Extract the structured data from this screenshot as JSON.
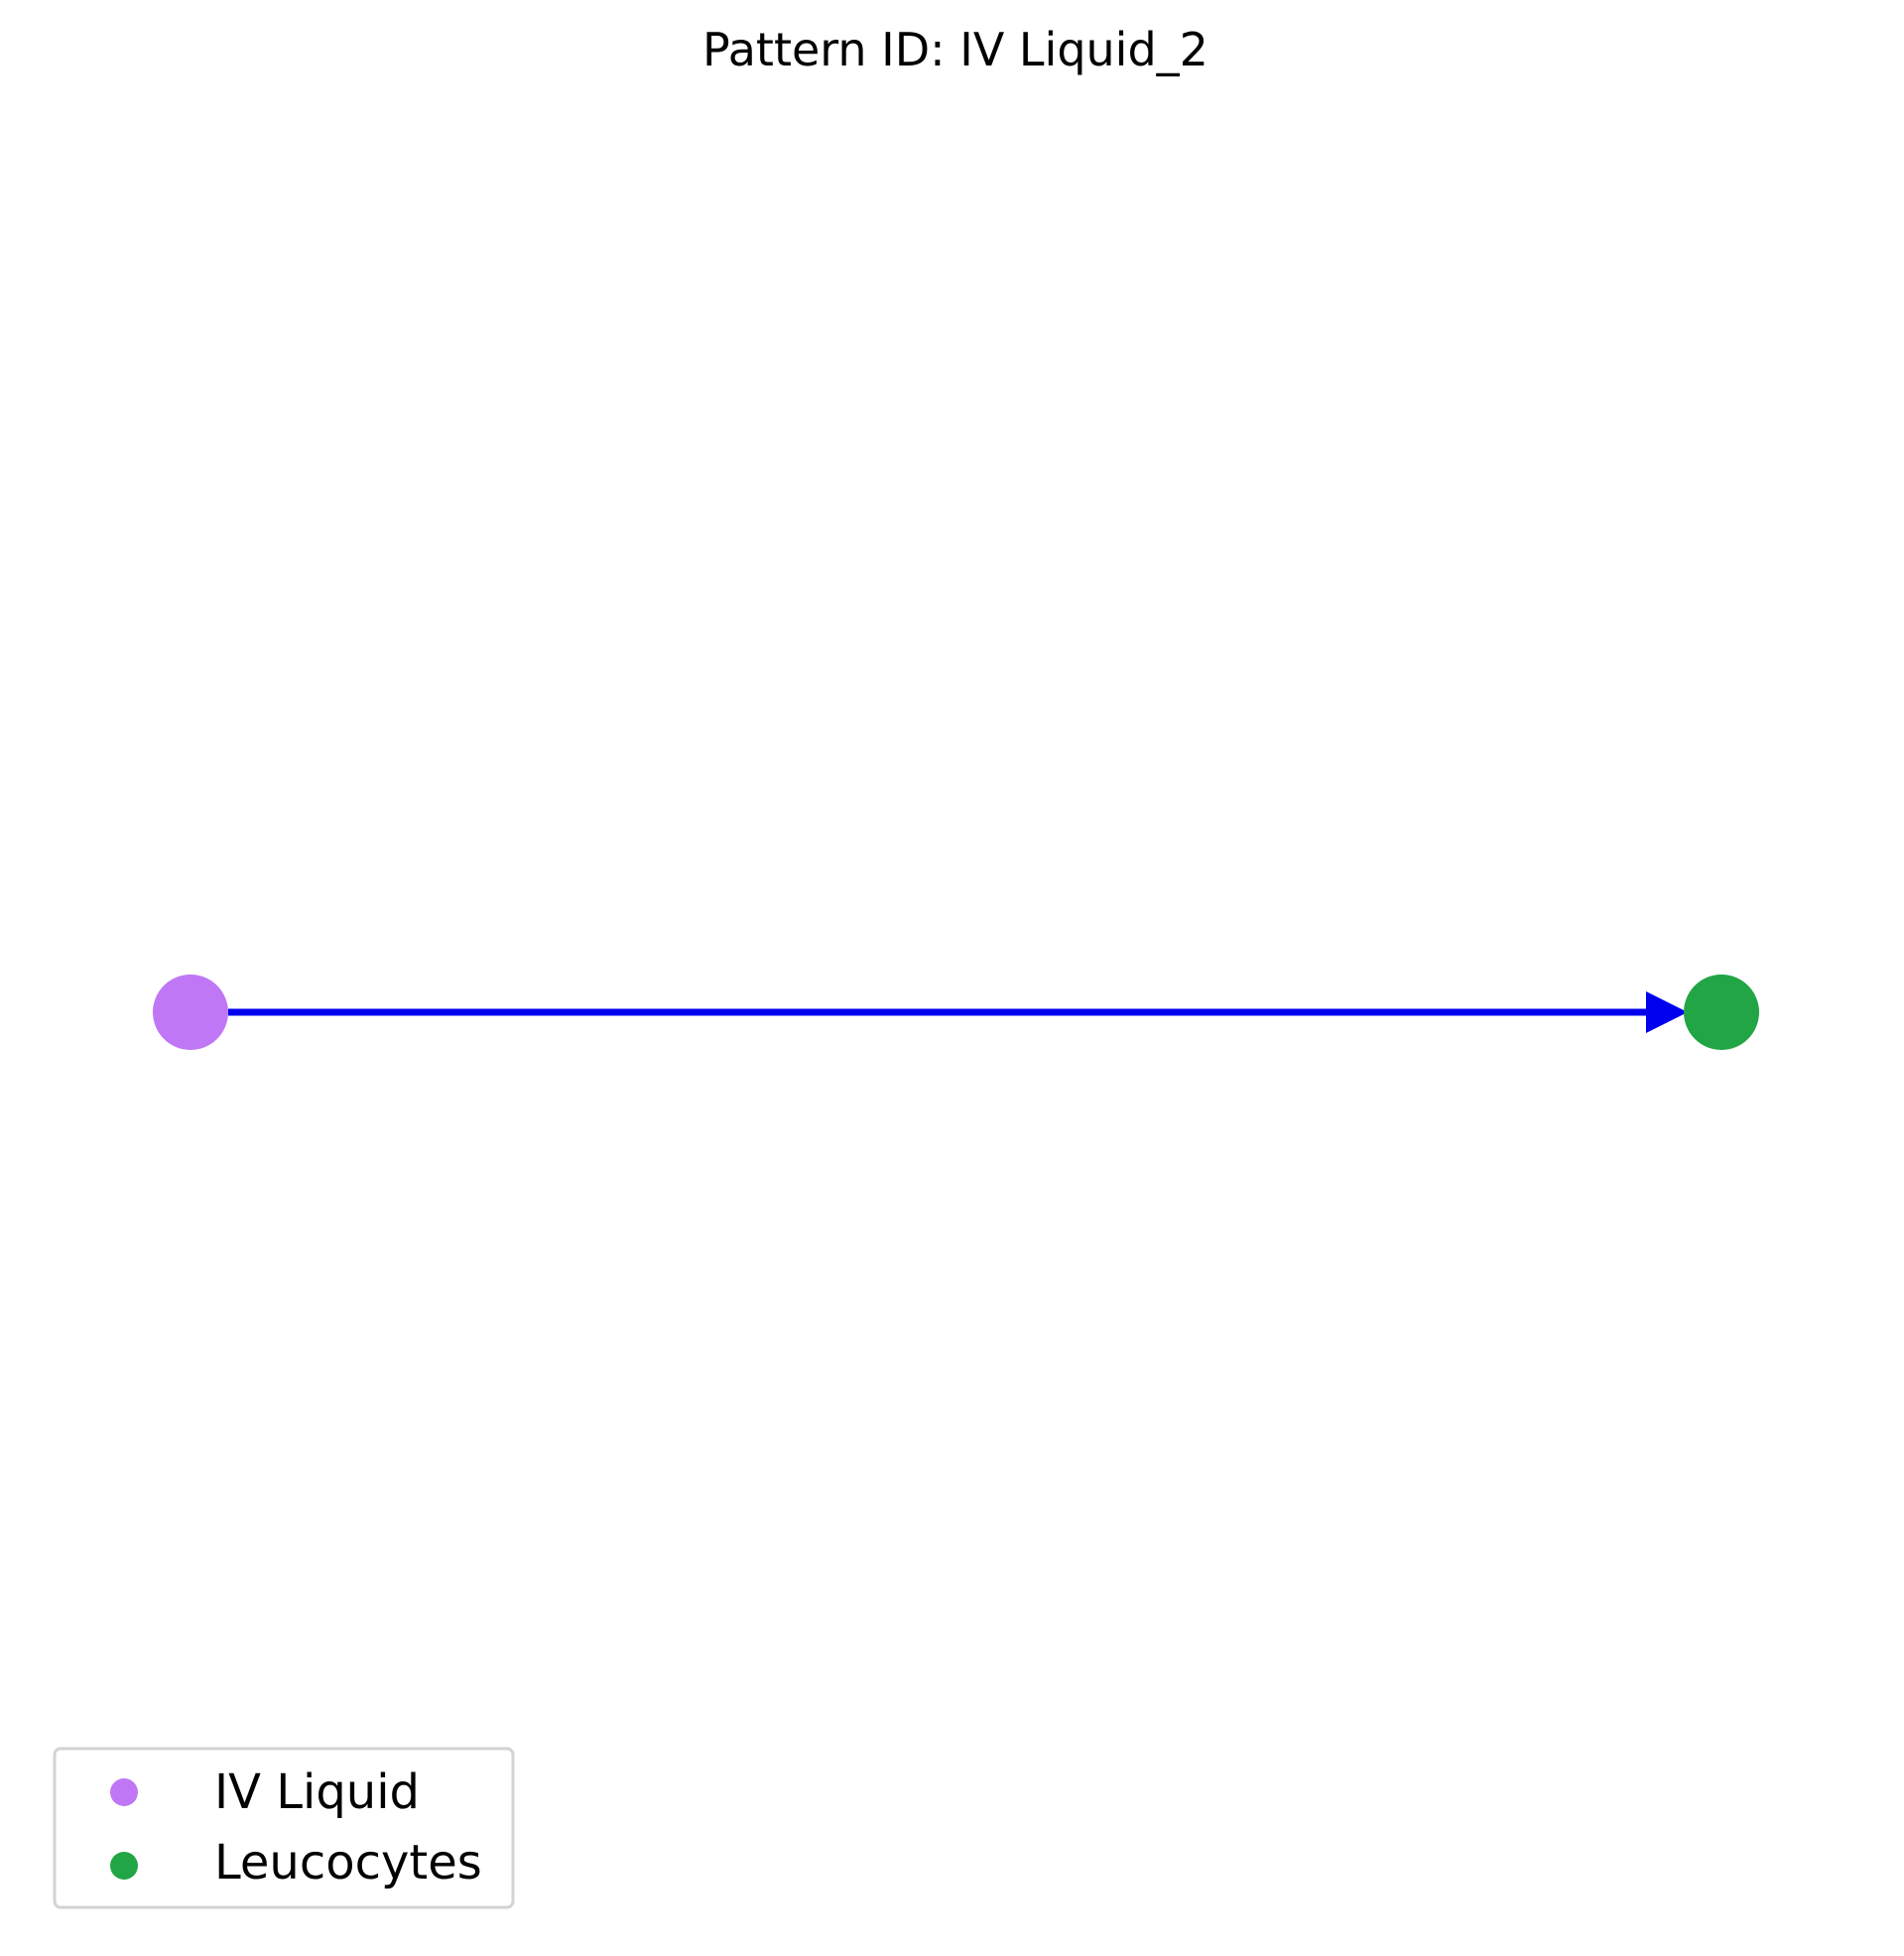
{
  "title": "Pattern ID: IV Liquid_2",
  "nodes": [
    {
      "id": "iv-liquid",
      "label": "IV Liquid",
      "color": "#BF77F6"
    },
    {
      "id": "leucocytes",
      "label": "Leucocytes",
      "color": "#22A544"
    }
  ],
  "edges": [
    {
      "from": "iv-liquid",
      "to": "leucocytes",
      "color": "#0000EE",
      "directed": true
    }
  ],
  "legend": {
    "placement": "lower-left",
    "entries": [
      {
        "label": "IV Liquid",
        "color": "#BF77F6"
      },
      {
        "label": "Leucocytes",
        "color": "#22A544"
      }
    ]
  }
}
